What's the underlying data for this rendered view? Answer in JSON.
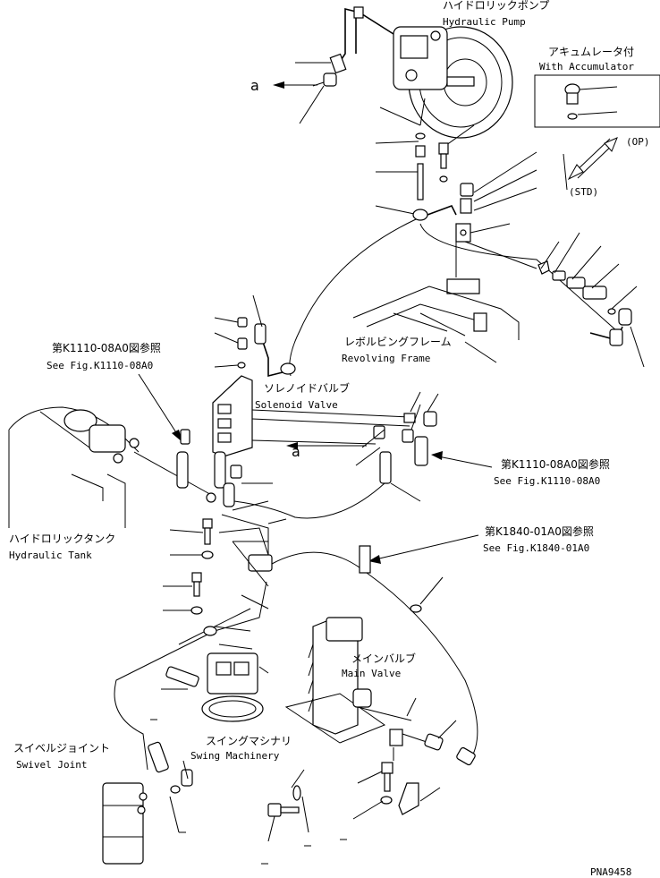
{
  "labels": {
    "hydraulic_pump_jp": "ハイドロリックポンプ",
    "hydraulic_pump_en": "Hydraulic Pump",
    "accumulator_jp": "アキュムレータ付",
    "accumulator_en": "With Accumulator",
    "op": "(OP)",
    "std": "(STD)",
    "revolving_frame_jp": "レボルビングフレーム",
    "revolving_frame_en": "Revolving Frame",
    "solenoid_valve_jp": "ソレノイドバルブ",
    "solenoid_valve_en": "Solenoid Valve",
    "ref1_jp": "第K1110-08A0図参照",
    "ref1_en": "See Fig.K1110-08A0",
    "ref2_jp": "第K1110-08A0図参照",
    "ref2_en": "See Fig.K1110-08A0",
    "ref3_jp": "第K1840-01A0図参照",
    "ref3_en": "See Fig.K1840-01A0",
    "hydraulic_tank_jp": "ハイドロリックタンク",
    "hydraulic_tank_en": "Hydraulic Tank",
    "main_valve_jp": "メインバルブ",
    "main_valve_en": "Main Valve",
    "swing_machinery_jp": "スイングマシナリ",
    "swing_machinery_en": "Swing Machinery",
    "swivel_joint_jp": "スイベルジョイント",
    "swivel_joint_en": "Swivel Joint",
    "marker_a_top": "a",
    "marker_a_mid": "a",
    "drawing_no": "PNA9458"
  }
}
